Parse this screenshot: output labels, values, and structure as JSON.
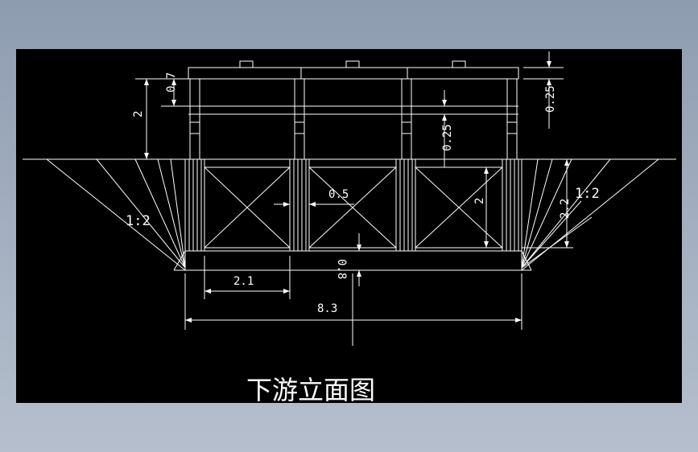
{
  "drawing": {
    "title": "下游立面图",
    "background_color": "#000000",
    "line_color": "#ffffff",
    "dimensions": {
      "d_0_7": "0.7",
      "d_2_left": "2",
      "d_0_25_right": "0.25",
      "d_0_25_inner": "0.25",
      "d_0_5": "0.5",
      "d_2_inner": "2",
      "d_0_8": "0.8",
      "d_2_1": "2.1",
      "d_8_3": "8.3",
      "d_2_2": "2.2",
      "slope_left": "1:2",
      "slope_right": "1:2"
    }
  }
}
